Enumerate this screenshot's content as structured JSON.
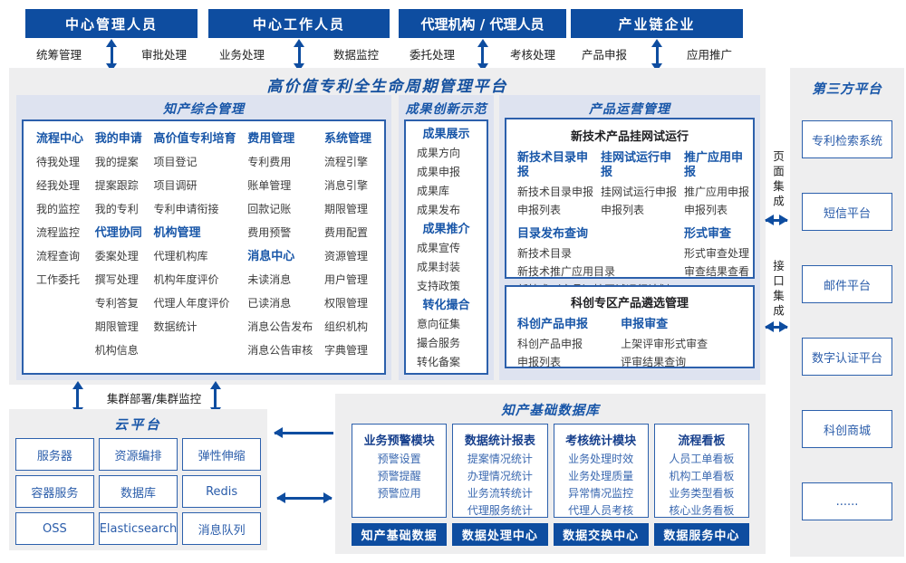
{
  "roles": [
    {
      "title": "中心管理人员",
      "left_label": "统筹管理",
      "right_label": "审批处理"
    },
    {
      "title": "中心工作人员",
      "left_label": "业务处理",
      "right_label": "数据监控"
    },
    {
      "title": "代理机构 / 代理人员",
      "left_label": "委托处理",
      "right_label": "考核处理"
    },
    {
      "title": "产业链企业",
      "left_label": "产品申报",
      "right_label": "应用推广"
    }
  ],
  "platform": {
    "title": "高价值专利全生命周期管理平台",
    "sections": {
      "comprehensive": {
        "title": "知产综合管理",
        "groups": {
          "process_center": {
            "header": "流程中心",
            "items": [
              "待我处理",
              "经我处理",
              "我的监控",
              "流程监控",
              "流程查询",
              "工作委托"
            ]
          },
          "my_application": {
            "header": "我的申请",
            "items": [
              "我的提案",
              "提案跟踪",
              "我的专利"
            ]
          },
          "agency_collab": {
            "header": "代理协同",
            "items": [
              "委案处理",
              "撰写处理",
              "专利答复",
              "期限管理",
              "机构信息"
            ]
          },
          "hv_cultivation": {
            "header": "高价值专利培育",
            "items": [
              "项目登记",
              "项目调研",
              "专利申请衔接"
            ]
          },
          "org_mgmt": {
            "header": "机构管理",
            "items": [
              "代理机构库",
              "机构年度评价",
              "代理人年度评价",
              "数据统计"
            ]
          },
          "fee_mgmt": {
            "header": "费用管理",
            "items": [
              "专利费用",
              "账单管理",
              "回款记账",
              "费用预警"
            ]
          },
          "msg_center": {
            "header": "消息中心",
            "items": [
              "未读消息",
              "已读消息",
              "消息公告发布",
              "消息公告审核"
            ]
          },
          "sys_mgmt": {
            "header": "系统管理",
            "items": [
              "流程引擎",
              "消息引擎",
              "期限管理",
              "费用配置",
              "资源管理",
              "用户管理",
              "权限管理",
              "组织机构",
              "字典管理"
            ]
          }
        }
      },
      "achievement": {
        "title": "成果创新示范",
        "groups": {
          "display": {
            "header": "成果展示",
            "items": [
              "成果方向",
              "成果申报",
              "成果库",
              "成果发布"
            ]
          },
          "promotion": {
            "header": "成果推介",
            "items": [
              "成果宣传",
              "成果封装",
              "支持政策"
            ]
          },
          "matchmaking": {
            "header": "转化撮合",
            "items": [
              "意向征集",
              "撮合服务",
              "转化备案"
            ]
          }
        }
      },
      "product_ops": {
        "title": "产品运营管理",
        "trial_box": {
          "title": "新技术产品挂网试运行",
          "groups": {
            "catalog_declare": {
              "header": "新技术目录申报",
              "items": [
                "新技术目录申报",
                "申报列表"
              ]
            },
            "trial_declare": {
              "header": "挂网试运行申报",
              "items": [
                "挂网试运行申报",
                "申报列表"
              ]
            },
            "promo_declare": {
              "header": "推广应用申报",
              "items": [
                "推广应用申报",
                "申报列表"
              ]
            },
            "catalog_query": {
              "header": "目录发布查询",
              "items": [
                "新技术目录",
                "新技术推广应用目录",
                "新技术（产品）挂网试运行计划"
              ]
            },
            "formal_review": {
              "header": "形式审查",
              "items": [
                "形式审查处理",
                "审查结果查看"
              ]
            }
          }
        },
        "selection_box": {
          "title": "科创专区产品遴选管理",
          "groups": {
            "sci_declare": {
              "header": "科创产品申报",
              "items": [
                "科创产品申报",
                "申报列表"
              ]
            },
            "declare_review": {
              "header": "申报审查",
              "items": [
                "上架评审形式审查",
                "评审结果查询"
              ]
            }
          }
        }
      }
    }
  },
  "integration": {
    "page_label": "页面集成",
    "api_label": "接口集成"
  },
  "cluster_label": "集群部署/集群监控",
  "cloud": {
    "title": "云平台",
    "boxes": [
      "服务器",
      "资源编排",
      "弹性伸缩",
      "容器服务",
      "数据库",
      "Redis",
      "OSS",
      "Elasticsearch",
      "消息队列"
    ]
  },
  "database": {
    "title": "知产基础数据库",
    "modules": {
      "warning": {
        "header": "业务预警模块",
        "items": [
          "预警设置",
          "预警提醒",
          "预警应用"
        ]
      },
      "stats": {
        "header": "数据统计报表",
        "items": [
          "提案情况统计",
          "办理情况统计",
          "业务流转统计",
          "代理服务统计"
        ]
      },
      "assessment": {
        "header": "考核统计模块",
        "items": [
          "业务处理时效",
          "业务处理质量",
          "异常情况监控",
          "代理人员考核"
        ]
      },
      "kanban": {
        "header": "流程看板",
        "items": [
          "人员工单看板",
          "机构工单看板",
          "业务类型看板",
          "核心业务看板"
        ]
      }
    },
    "centers": [
      "知产基础数据",
      "数据处理中心",
      "数据交换中心",
      "数据服务中心"
    ]
  },
  "third_party": {
    "title": "第三方平台",
    "boxes": [
      "专利检索系统",
      "短信平台",
      "邮件平台",
      "数字认证平台",
      "科创商城",
      "......"
    ]
  },
  "colors": {
    "primary_blue": "#0e4da0",
    "panel_gray": "#eeeeef",
    "section_lavender": "#dee3f0",
    "border_blue": "#2c60ac",
    "header_text_blue": "#1856a8",
    "module_header_navy": "#163f8c",
    "item_text_gray": "#3c3c3c",
    "module_item_blue": "#3a68b0"
  }
}
